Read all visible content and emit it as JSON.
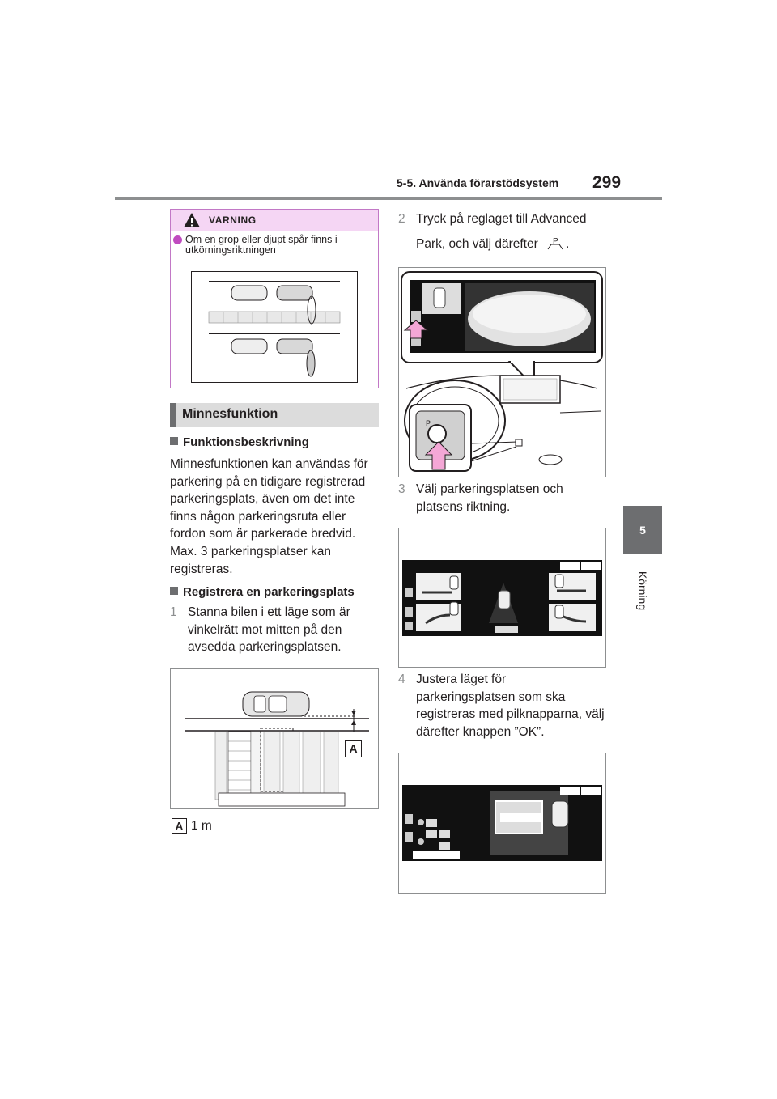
{
  "header": {
    "section": "5-5. Använda förarstödsystem",
    "page_number": "299"
  },
  "side_tab": {
    "chapter": "5",
    "label": "Körning"
  },
  "warning": {
    "title": "VARNING",
    "text": "Om en grop eller djupt spår finns i utkörningsriktningen"
  },
  "section_heading": "Minnesfunktion",
  "left": {
    "sub1": "Funktionsbeskrivning",
    "para1": "Minnesfunktionen kan användas för parkering på en tidigare registrerad parkeringsplats, även om det inte finns någon parkeringsruta eller fordon som är parkerade bredvid.",
    "para2": "Max. 3 parkeringsplatser kan registreras.",
    "sub2": "Registrera en parkeringsplats",
    "step1_num": "1",
    "step1_text": "Stanna bilen i ett läge som är vinkelrätt mot mitten på den avsedda parkeringsplatsen.",
    "figure_label": "A",
    "legend_key": "A",
    "legend_value": "1 m"
  },
  "right": {
    "step2_num": "2",
    "step2_line1": "Tryck på reglaget till Advanced",
    "step2_line2": "Park, och välj därefter",
    "step2_end": ".",
    "step3_num": "3",
    "step3_text": "Välj parkeringsplatsen och platsens riktning.",
    "step4_num": "4",
    "step4_text": "Justera läget för parkeringsplatsen som ska registreras med pilknapparna, välj därefter knappen ”OK”."
  },
  "colors": {
    "warning_border": "#c278c6",
    "warning_header": "#f5d6f4",
    "tab_gray": "#6d6e70",
    "arrow_pink": "#f4a7d6"
  }
}
